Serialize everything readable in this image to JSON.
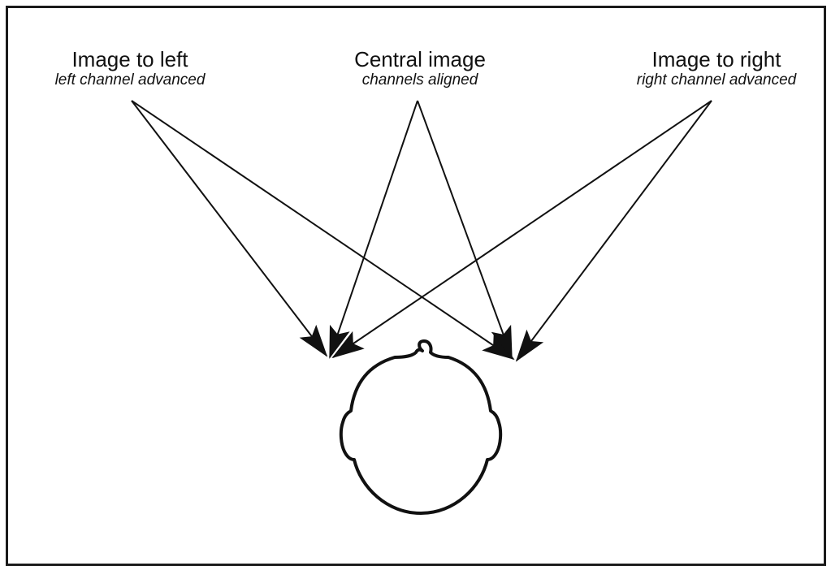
{
  "labels": {
    "left": {
      "title": "Image to left",
      "subtitle": "left channel advanced"
    },
    "center": {
      "title": "Central image",
      "subtitle": "channels aligned"
    },
    "right": {
      "title": "Image to right",
      "subtitle": "right channel advanced"
    }
  },
  "colors": {
    "stroke": "#111111",
    "background": "#ffffff"
  },
  "icons": {
    "head": "head-top-view-icon",
    "arrow": "arrowhead-icon"
  }
}
